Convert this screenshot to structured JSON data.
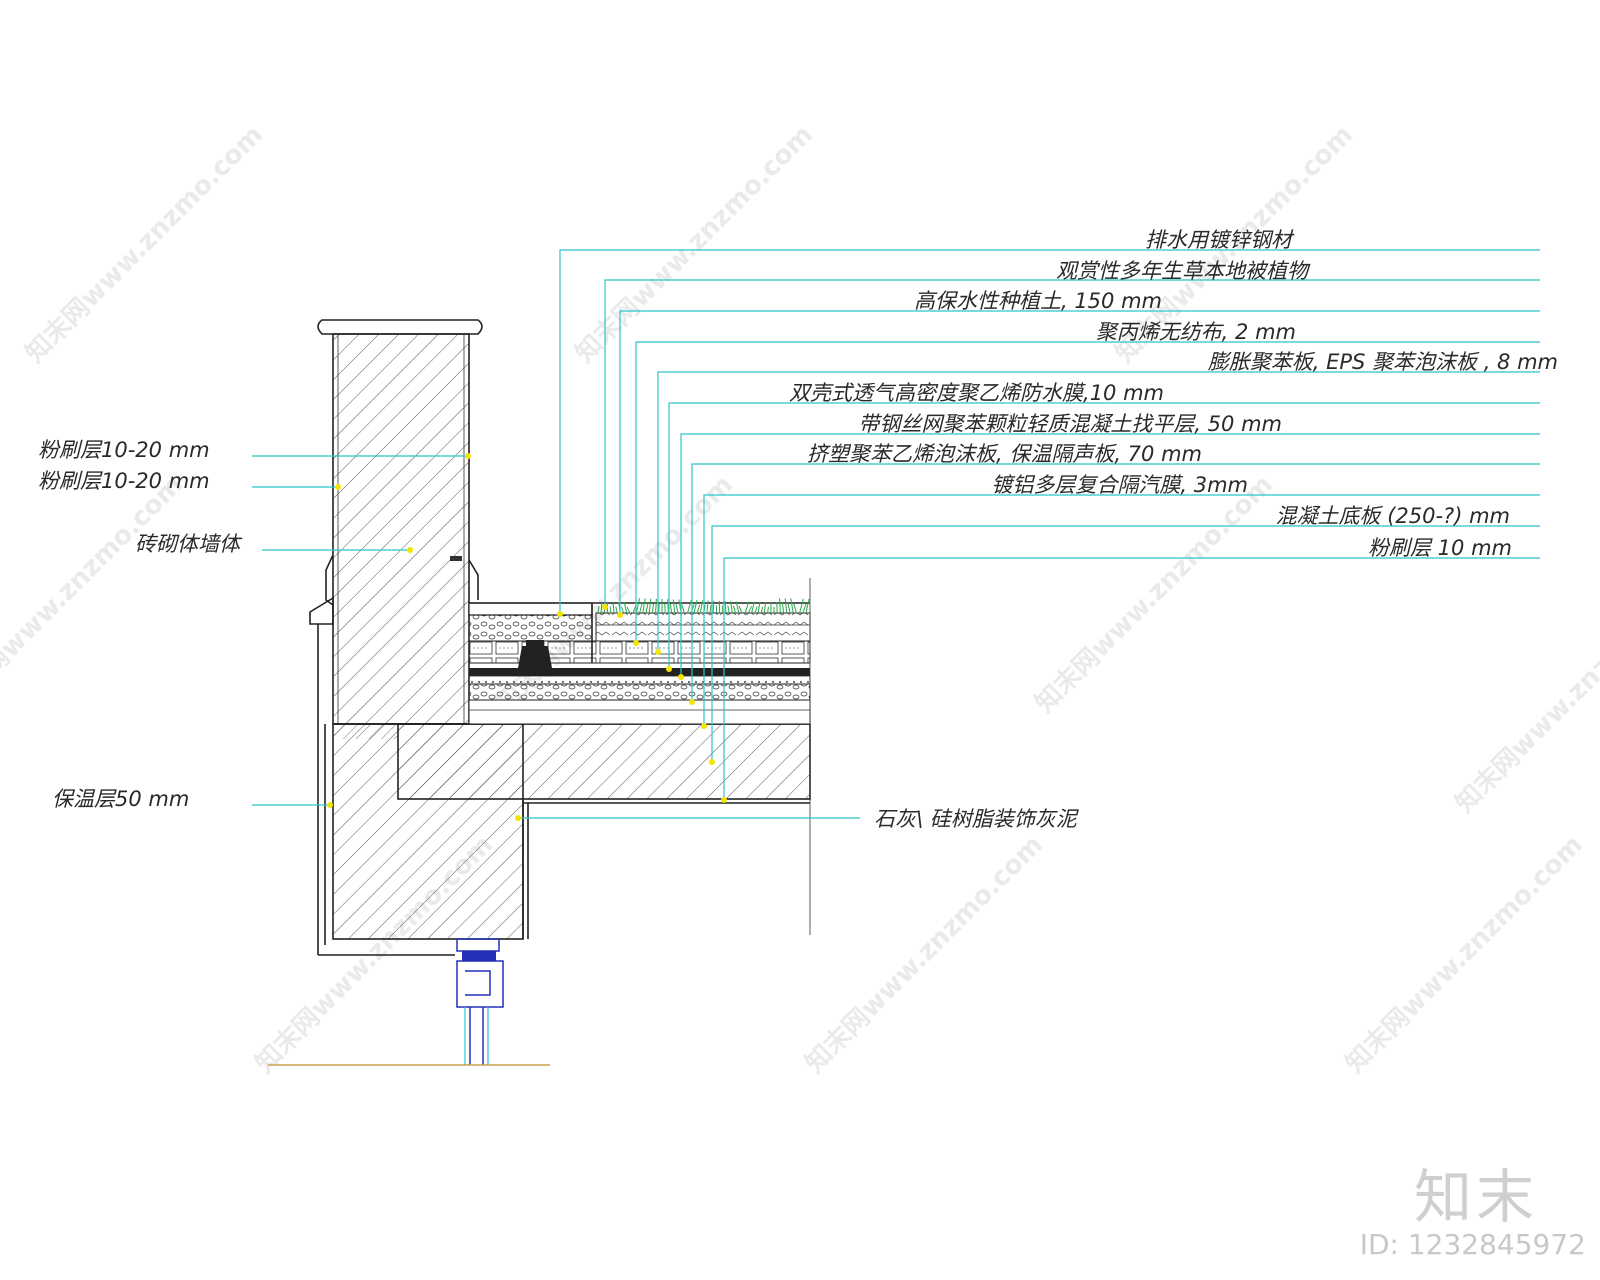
{
  "labels_right": [
    "排水用镀锌钢材",
    "观赏性多年生草本地被植物",
    "高保水性种植土, 150 mm",
    "聚丙烯无纺布, 2 mm",
    "膨胀聚苯板, EPS 聚苯泡沫板 , 8 mm",
    "双壳式透气高密度聚乙烯防水膜,10 mm",
    "带钢丝网聚苯颗粒轻质混凝土找平层, 50 mm",
    "挤塑聚苯乙烯泡沫板, 保温隔声板, 70 mm",
    "镀铝多层复合隔汽膜, 3mm",
    "混凝土底板 (250-?)  mm",
    "粉刷层 10 mm"
  ],
  "labels_left": [
    "粉刷层10-20 mm",
    "粉刷层10-20 mm",
    "砖砌体墙体",
    "保温层50 mm"
  ],
  "label_bottom": "石灰\\ 硅树脂装饰灰泥",
  "watermark": "知末网www.znzmo.com",
  "brand": "知末",
  "image_id": "ID: 1232845972",
  "colors": {
    "leader": "#2ec4c9",
    "point": "#f2e600",
    "window_frame": "#2231b8",
    "grass": "#2fa84a",
    "ground_line": "#c8a24a"
  }
}
